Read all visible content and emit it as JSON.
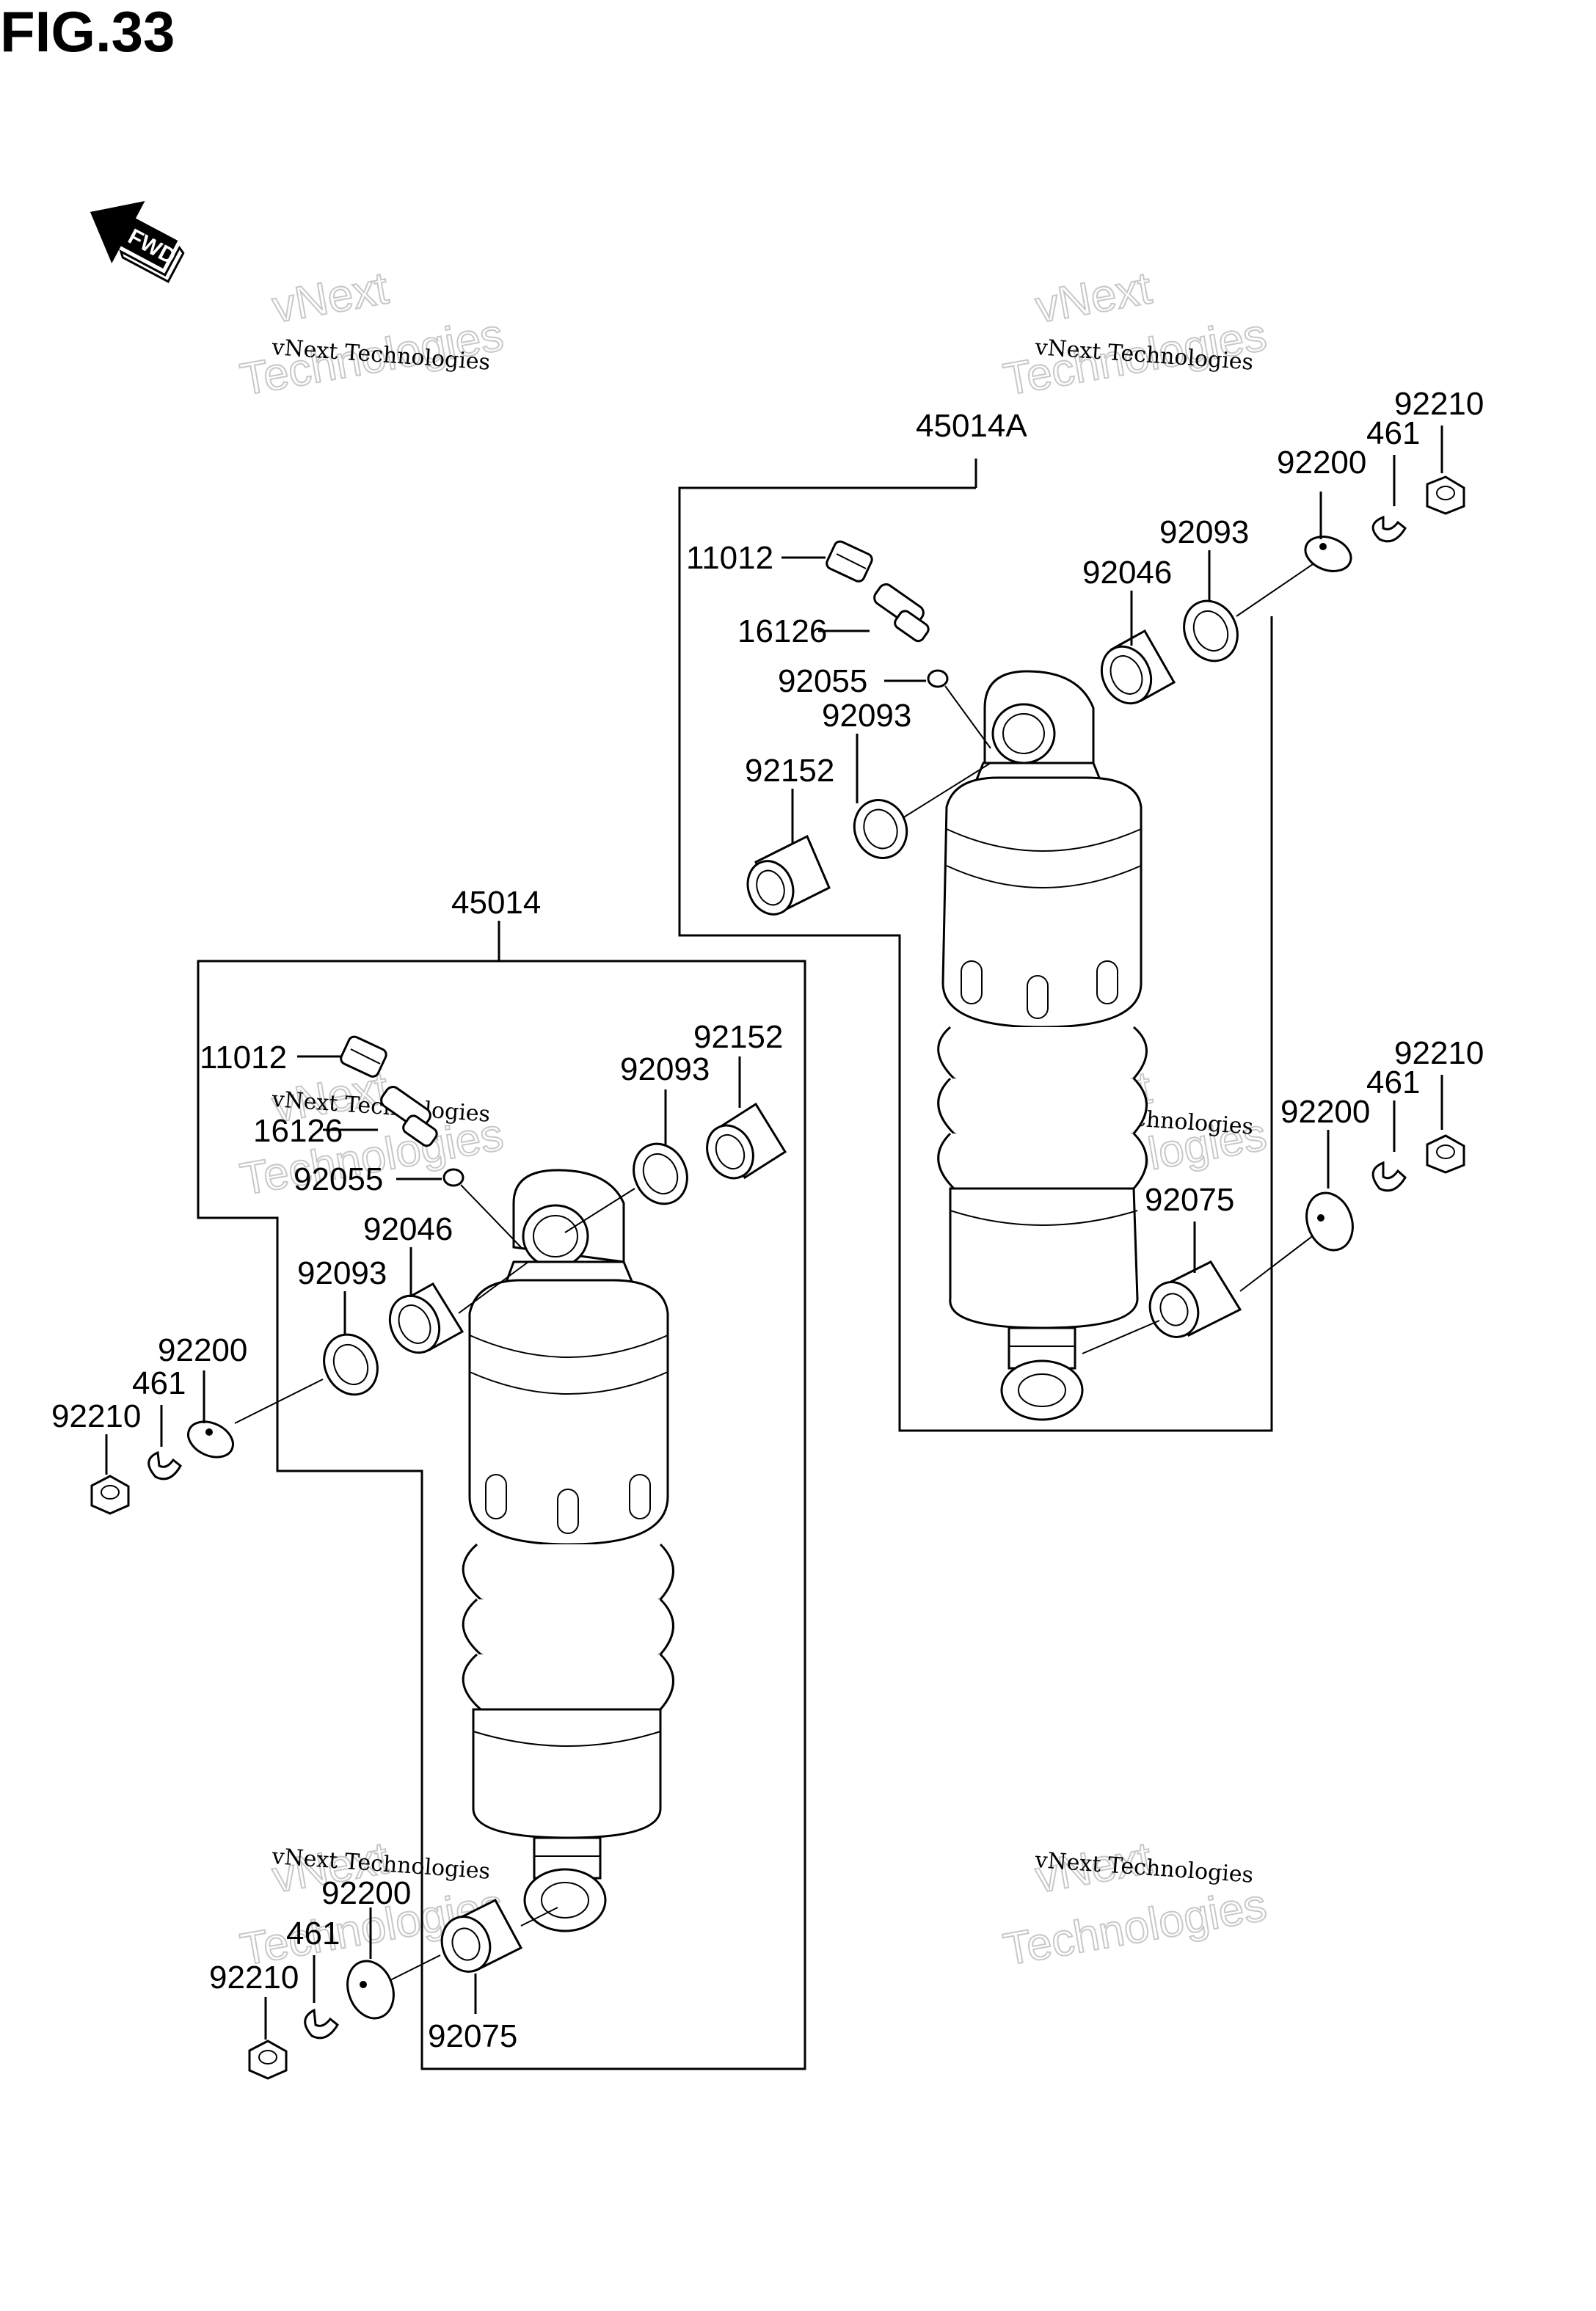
{
  "figure_title": "FIG.33",
  "fwd_label": "FWD",
  "watermark": {
    "line1": "vNext",
    "line2": "vNext Technologies",
    "line3": "Technologies"
  },
  "assemblies": [
    {
      "id": "45014A",
      "label": "45014A",
      "parts": [
        "11012",
        "16126",
        "92055",
        "92093",
        "92152",
        "92046",
        "92093",
        "92200",
        "461",
        "92210",
        "92200",
        "461",
        "92210",
        "92075"
      ]
    },
    {
      "id": "45014",
      "label": "45014",
      "parts": [
        "11012",
        "16126",
        "92055",
        "92046",
        "92093",
        "92200",
        "461",
        "92210",
        "92093",
        "92152",
        "92200",
        "461",
        "92210",
        "92075"
      ]
    }
  ],
  "labels": {
    "a_11012": "11012",
    "a_16126": "16126",
    "a_92055": "92055",
    "a_92093_l": "92093",
    "a_92152": "92152",
    "a_92046": "92046",
    "a_92093_r": "92093",
    "a_92200_t": "92200",
    "a_461_t": "461",
    "a_92210_t": "92210",
    "a_92200_b": "92200",
    "a_461_b": "461",
    "a_92210_b": "92210",
    "a_92075": "92075",
    "b_11012": "11012",
    "b_16126": "16126",
    "b_92055": "92055",
    "b_92046": "92046",
    "b_92093_l": "92093",
    "b_92200_t": "92200",
    "b_461_t": "461",
    "b_92210_t": "92210",
    "b_92093_r": "92093",
    "b_92152": "92152",
    "b_92200_b": "92200",
    "b_461_b": "461",
    "b_92210_b": "92210",
    "b_92075": "92075"
  },
  "colors": {
    "line": "#000000",
    "watermark_outline": "#c8c8c8",
    "background": "#ffffff"
  }
}
